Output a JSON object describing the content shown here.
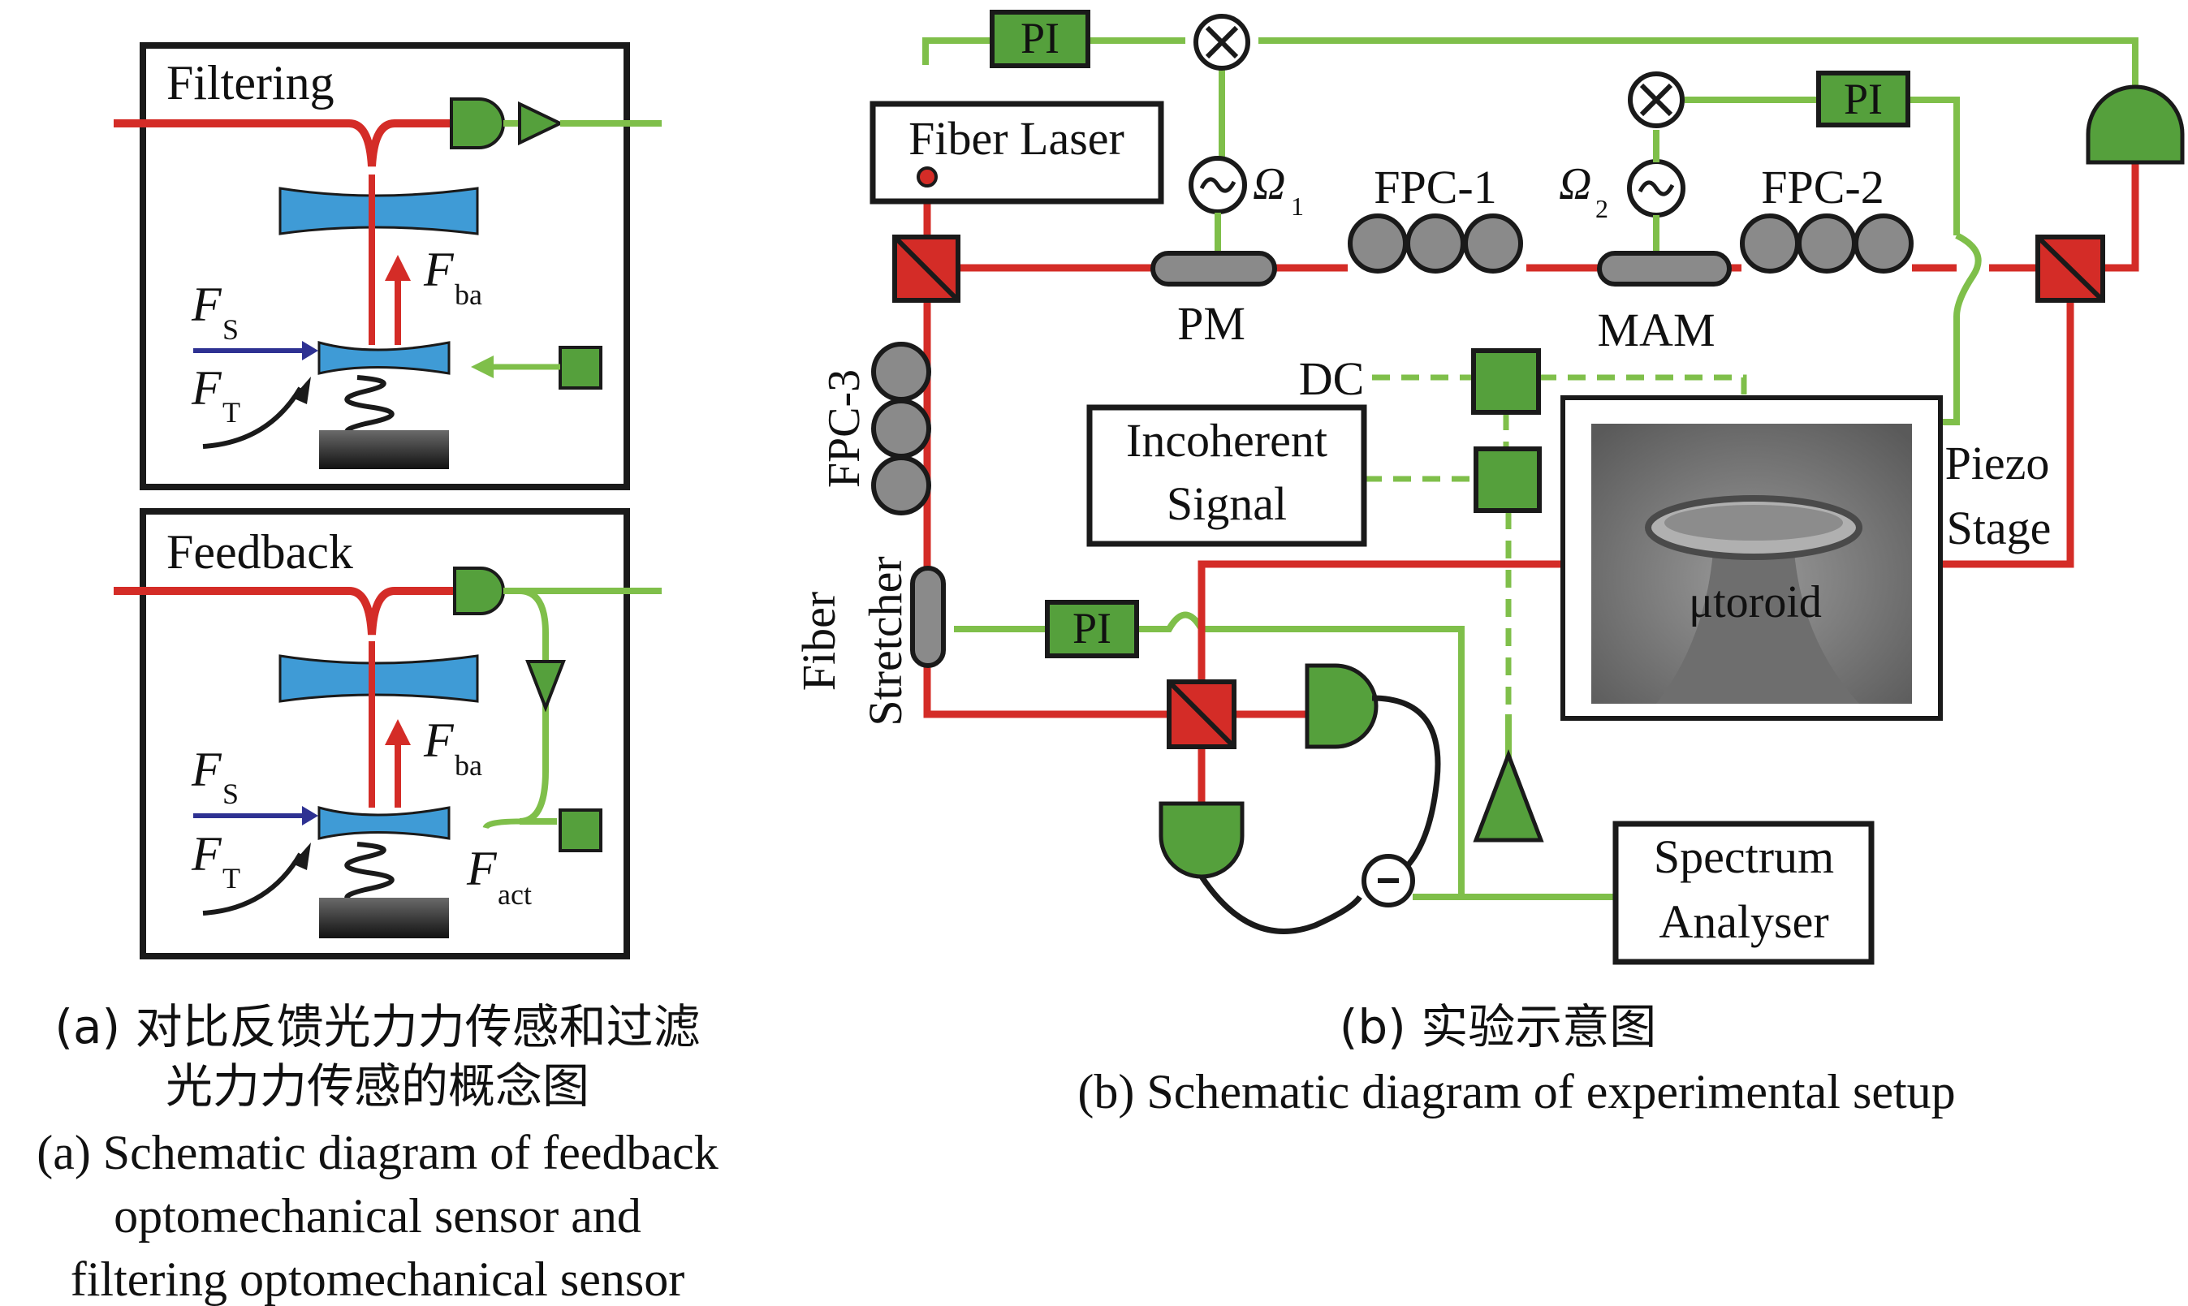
{
  "colors": {
    "laser_red": "#d42c27",
    "electrical_green": "#7fbf4a",
    "component_green": "#55a03c",
    "cavity_blue": "#3f9bd6",
    "force_blue": "#2e3192",
    "gray": "#808080"
  },
  "panel_a": {
    "filtering": {
      "title": "Filtering",
      "f_s": {
        "main": "F",
        "sub": "S"
      },
      "f_t": {
        "main": "F",
        "sub": "T"
      },
      "f_ba": {
        "main": "F",
        "sub": "ba"
      }
    },
    "feedback": {
      "title": "Feedback",
      "f_s": {
        "main": "F",
        "sub": "S"
      },
      "f_t": {
        "main": "F",
        "sub": "T"
      },
      "f_ba": {
        "main": "F",
        "sub": "ba"
      },
      "f_act": {
        "main": "F",
        "sub": "act"
      }
    },
    "caption_cn_line1": "(a) 对比反馈光力力传感和过滤",
    "caption_cn_line2": "光力力传感的概念图",
    "caption_en_line1": "(a) Schematic diagram of feedback",
    "caption_en_line2": "optomechanical sensor and",
    "caption_en_line3": "filtering optomechanical sensor"
  },
  "panel_b": {
    "pi_1": "PI",
    "pi_2": "PI",
    "pi_3": "PI",
    "fiber_laser": "Fiber Laser",
    "omega_1": {
      "main": "Ω",
      "sub": "1"
    },
    "omega_2": {
      "main": "Ω",
      "sub": "2"
    },
    "fpc_1": "FPC-1",
    "fpc_2": "FPC-2",
    "fpc_3": "FPC-3",
    "pm": "PM",
    "mam": "MAM",
    "dc": "DC",
    "incoherent_line1": "Incoherent",
    "incoherent_line2": "Signal",
    "piezo_line1": "Piezo",
    "piezo_line2": "Stage",
    "utoroid": "μtoroid",
    "fiber_stretcher_line1": "Fiber",
    "fiber_stretcher_line2": "Stretcher",
    "spectrum_line1": "Spectrum",
    "spectrum_line2": "Analyser",
    "caption_cn": "(b) 实验示意图",
    "caption_en": "(b) Schematic diagram of experimental setup"
  }
}
